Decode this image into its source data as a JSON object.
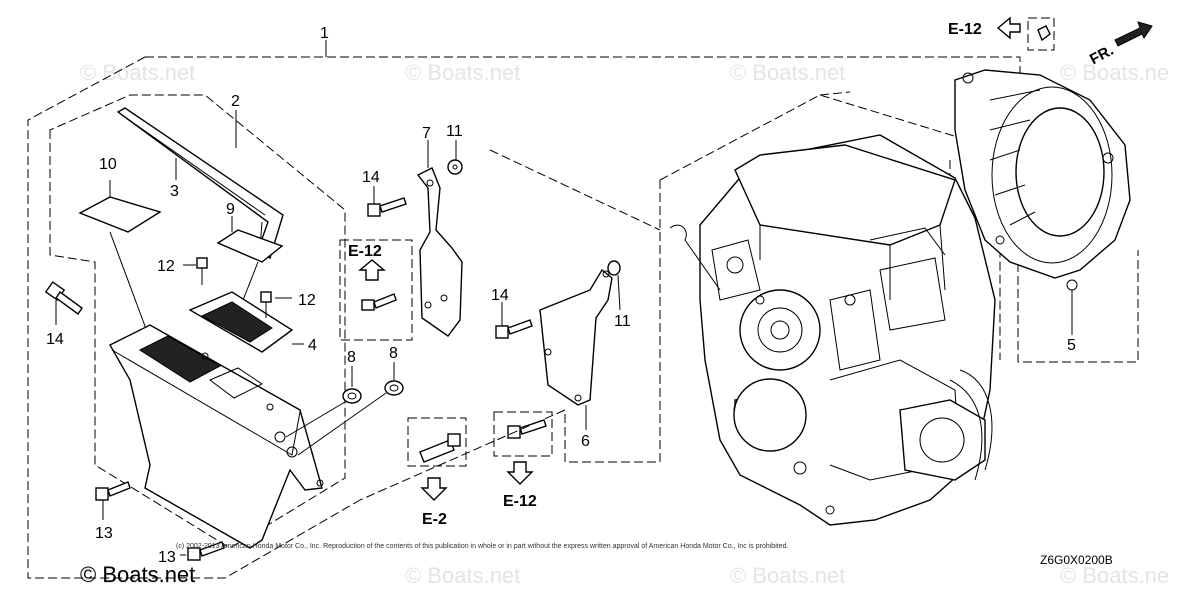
{
  "watermarks": [
    "© Boats.net",
    "© Boats.net",
    "© Boats.net",
    "© Boats.net",
    "© Boats.net",
    "© Boats.net",
    "© Boats.ne",
    "© Boats.ne"
  ],
  "brand": "© Boats.net",
  "copyright": "(c) 2002-2013 American Honda Motor Co., Inc. Reproduction of the contents of this publication in whole or in part without the express written approval of American Honda Motor Co., Inc is prohibited.",
  "diagram_code": "Z6G0X0200B",
  "front_marker": "FR.",
  "refs": {
    "e12_top": "E-12",
    "e12_box": "E-12",
    "e2": "E-2",
    "e12_bottom": "E-12"
  },
  "callouts": {
    "c1": "1",
    "c2": "2",
    "c3": "3",
    "c4": "4",
    "c5": "5",
    "c6": "6",
    "c7": "7",
    "c8a": "8",
    "c8b": "8",
    "c9": "9",
    "c10": "10",
    "c11a": "11",
    "c11b": "11",
    "c12a": "12",
    "c12b": "12",
    "c13a": "13",
    "c13b": "13",
    "c14a": "14",
    "c14b": "14",
    "c14c": "14"
  }
}
